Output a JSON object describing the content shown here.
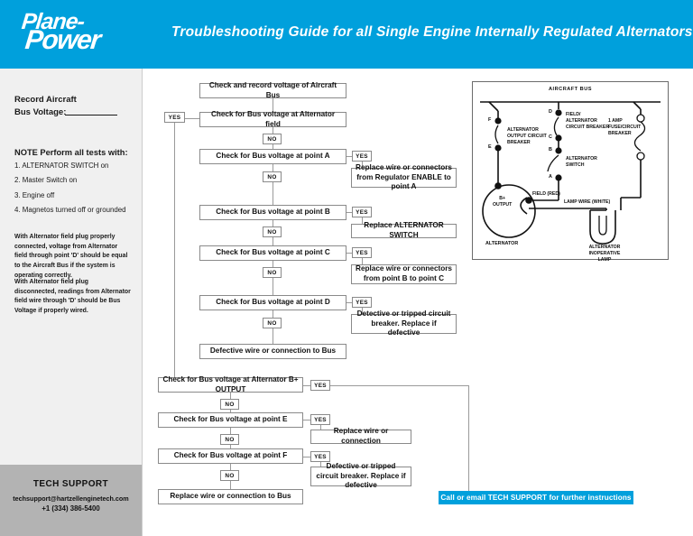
{
  "header": {
    "logo_line1": "Plane-",
    "logo_line2": "Power",
    "logo_reg": "®",
    "title": "Troubleshooting Guide for all Single Engine Internally Regulated Alternators",
    "brand_color": "#00a0dc"
  },
  "sidebar": {
    "record_label": "Record Aircraft\nBus Voltage:",
    "note_heading_bold": "NOTE",
    "note_heading_rest": " Perform all tests with:",
    "note_items": [
      "1.  ALTERNATOR SWITCH on",
      "2. Master Switch on",
      "3. Engine off",
      "4. Magnetos turned off or grounded"
    ],
    "paragraph_1": "With Alternator field plug properly connected, voltage from Alternator field through point 'D' should be equal to the Aircraft Bus if the system is operating correctly.",
    "paragraph_2": "With Alternator field plug disconnected, readings from Alternator field wire through 'D' should be Bus Voltage if properly wired.",
    "tech_support": {
      "title": "TECH SUPPORT",
      "email": "techsupport@hartzellenginetech.com",
      "phone": "+1 (334) 386-5400"
    }
  },
  "flowchart": {
    "yes_label": "YES",
    "no_label": "NO",
    "nodes": {
      "record_bus": "Check and record voltage of Aircraft Bus",
      "alt_field": "Check for Bus voltage at Alternator field",
      "point_a": "Check for Bus voltage at point A",
      "point_a_yes": "Replace wire or connectors from Regulator ENABLE to point A",
      "point_b": "Check for Bus voltage at point B",
      "point_b_yes": "Replace ALTERNATOR SWITCH",
      "point_c": "Check for Bus voltage at point C",
      "point_c_yes": "Replace wire or connectors from point B to point C",
      "point_d": "Check for Bus voltage at point D",
      "point_d_yes": "Detective or tripped circuit breaker. Replace if defective",
      "point_d_no": "Defective wire or connection to Bus",
      "b_plus_output": "Check for Bus voltage at Alternator B+ OUTPUT",
      "point_e": "Check for Bus voltage at point E",
      "point_e_yes": "Replace wire or connection",
      "point_f": "Check for Bus voltage at point F",
      "point_f_yes": "Defective or tripped circuit breaker. Replace if defective",
      "point_f_no": "Replace wire or connection to Bus"
    },
    "cta": "Call or email TECH SUPPORT for further instructions"
  },
  "schematic": {
    "title": "AIRCRAFT BUS",
    "labels": {
      "point_f": "F",
      "point_e": "E",
      "point_d": "D",
      "point_c": "C",
      "point_b": "B",
      "point_a": "A",
      "alt_output_cb_l1": "ALTERNATOR",
      "alt_output_cb_l2": "OUTPUT CIRCUIT",
      "alt_output_cb_l3": "BREAKER",
      "field_cb_l1": "FIELD/",
      "field_cb_l2": "ALTERNATOR",
      "field_cb_l3": "CIRCUIT BREAKER",
      "alt_switch_l1": "ALTERNATOR",
      "alt_switch_l2": "SWITCH",
      "fuse_l1": "1 AMP",
      "fuse_l2": "FUSE/CIRCUIT",
      "fuse_l3": "BREAKER",
      "b_plus_l1": "B+",
      "b_plus_l2": "OUTPUT",
      "alternator": "ALTERNATOR",
      "field_red": "FIELD (RED)",
      "lamp_wire": "LAMP WIRE (WHITE)",
      "lamp_l1": "ALTERNATOR",
      "lamp_l2": "INOPERATIVE",
      "lamp_l3": "LAMP"
    }
  }
}
